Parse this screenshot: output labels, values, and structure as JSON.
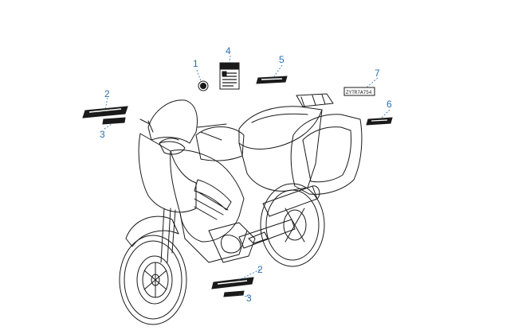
{
  "diagram": {
    "colors": {
      "line": "#1a1a1a",
      "leader": "#2a6fb0",
      "label": "#2a6fb0"
    },
    "callouts": [
      {
        "id": "c1",
        "label": "1"
      },
      {
        "id": "c2a",
        "label": "2"
      },
      {
        "id": "c3a",
        "label": "3"
      },
      {
        "id": "c4",
        "label": "4"
      },
      {
        "id": "c5",
        "label": "5"
      },
      {
        "id": "c7",
        "label": "7"
      },
      {
        "id": "c6",
        "label": "6"
      },
      {
        "id": "c2b",
        "label": "2"
      },
      {
        "id": "c3b",
        "label": "3"
      }
    ],
    "decal_texts": {
      "vin_plate": "ZYTR7A754"
    }
  }
}
